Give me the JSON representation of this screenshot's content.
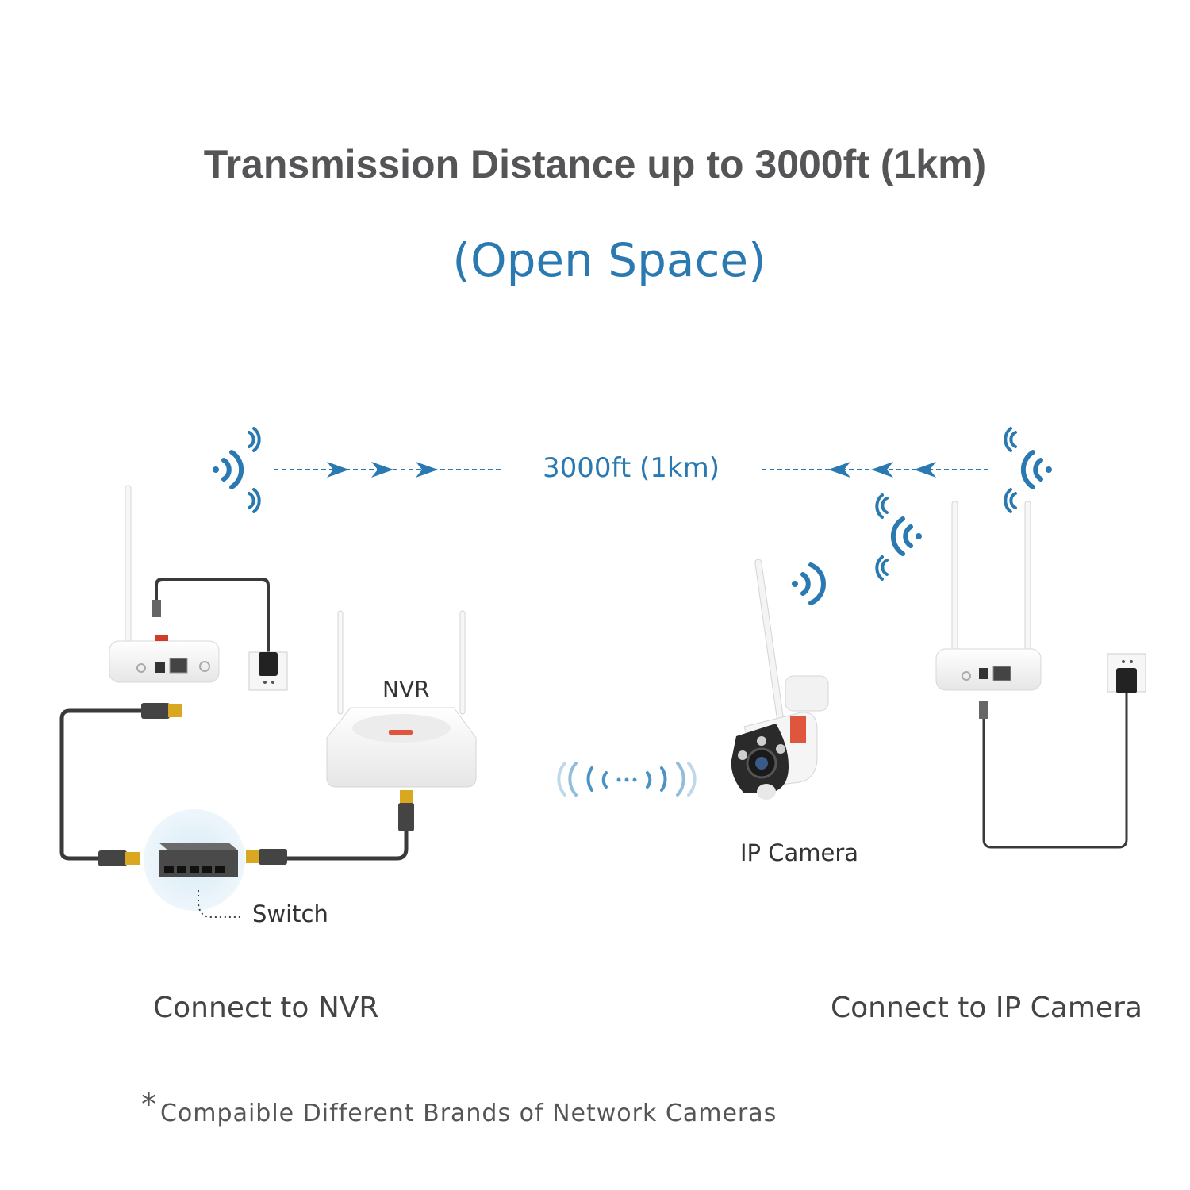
{
  "title": "Transmission Distance up to 3000ft (1km)",
  "subtitle": "(Open Space)",
  "distance_label": "3000ft (1km)",
  "devices": {
    "nvr_label": "NVR",
    "camera_label": "IP Camera",
    "switch_label": "Switch"
  },
  "captions": {
    "left": "Connect to NVR",
    "right": "Connect to IP Camera"
  },
  "footnote": {
    "marker": "*",
    "text": "Compaible Different Brands of Network Cameras"
  },
  "colors": {
    "title": "#555558",
    "accent": "#2a79b0",
    "device": "#f2f2f2",
    "cable": "#3a3a3a"
  },
  "icons": [
    "wifi-signal-icon",
    "arrow-right-icon",
    "arrow-left-icon",
    "ethernet-port-icon",
    "power-outlet-icon",
    "power-adapter-icon"
  ]
}
